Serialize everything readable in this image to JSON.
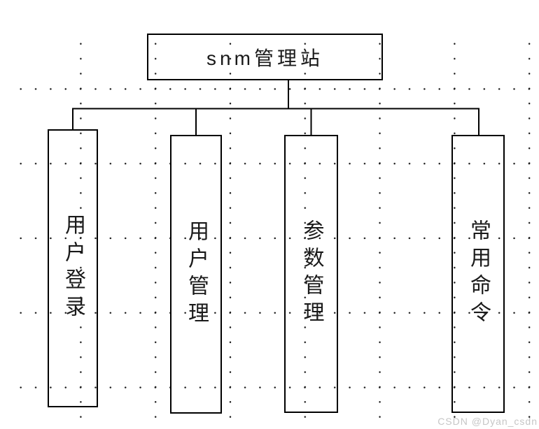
{
  "diagram": {
    "root": {
      "id": "root",
      "label": "snm管理站"
    },
    "children": [
      {
        "id": "user-login",
        "label": "用户登录"
      },
      {
        "id": "user-management",
        "label": "用户管理"
      },
      {
        "id": "parameter-management",
        "label": "参数管理"
      },
      {
        "id": "common-commands",
        "label": "常用命令"
      }
    ],
    "edges": [
      {
        "from": "root",
        "to": "user-login"
      },
      {
        "from": "root",
        "to": "user-management"
      },
      {
        "from": "root",
        "to": "parameter-management"
      },
      {
        "from": "root",
        "to": "common-commands"
      }
    ]
  },
  "watermark": {
    "text": "CSDN @Dyan_csdn",
    "color": "#c6c6c6"
  },
  "colors": {
    "background": "#ffffff",
    "line": "#000000",
    "grid_dot": "#161616",
    "text": "#1a1a1a"
  }
}
